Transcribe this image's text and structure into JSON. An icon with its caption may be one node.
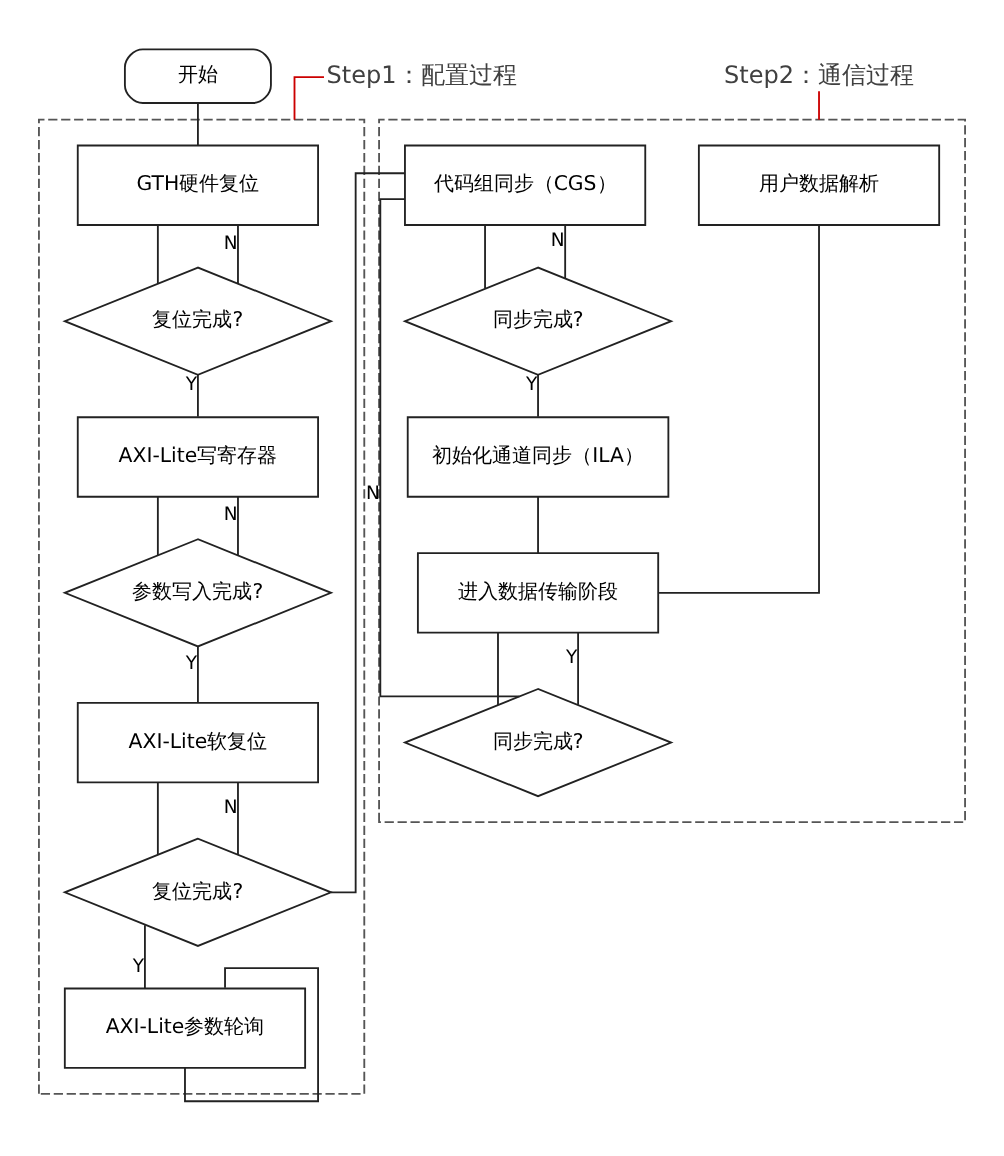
{
  "diagram": {
    "nodes": [
      {
        "text": [
          "开始"
        ]
      },
      {
        "text": [
          "Step1：配置过程"
        ]
      },
      {
        "text": [],
        "shape": "box"
      },
      {
        "text": [
          "GTH硬件复位"
        ],
        "in": 2
      },
      {
        "text": [
          "复位完成?"
        ],
        "in": 2
      },
      {
        "text": [
          "AXI-Lite写寄存器"
        ],
        "in": 2
      },
      {
        "text": [
          "参数写入完成?"
        ],
        "in": 2
      },
      {
        "text": [
          "AXI-Lite软复位"
        ],
        "in": 2
      },
      {
        "text": [
          "复位完成?"
        ],
        "in": 2
      },
      {
        "text": [
          "AXI-Lite参数轮询"
        ],
        "in": 2
      },
      {
        "text": [
          "Step2：通信过程"
        ]
      },
      {
        "text": [],
        "shape": "box"
      },
      {
        "text": [
          "代码组同步（CGS）"
        ],
        "in": 11
      },
      {
        "text": [
          "同步完成?"
        ],
        "in": 11
      },
      {
        "text": [
          "初始化通道同步（ILA）"
        ],
        "in": 11
      },
      {
        "text": [
          "进入数据传输阶段"
        ],
        "in": 11
      },
      {
        "text": [
          "同步完成?"
        ],
        "in": 11
      },
      {
        "text": [
          "用户数据解析"
        ],
        "in": 11
      }
    ],
    "edges": [
      {
        "from": 0,
        "to": 3,
        "arrow": "none"
      },
      {
        "from": 1,
        "to": 2,
        "arrow": "none",
        "color": "#cc0000"
      },
      {
        "from": 3,
        "to": 4,
        "arrow": "none"
      },
      {
        "from": 4,
        "to": 3,
        "arrow": "none",
        "label": "N"
      },
      {
        "from": 4,
        "to": 5,
        "arrow": "none",
        "label": "Y"
      },
      {
        "from": 5,
        "to": 6,
        "arrow": "none"
      },
      {
        "from": 6,
        "to": 5,
        "arrow": "none",
        "label": "N"
      },
      {
        "from": 6,
        "to": 7,
        "arrow": "none",
        "label": "Y"
      },
      {
        "from": 7,
        "to": 8,
        "arrow": "none"
      },
      {
        "from": 8,
        "to": 7,
        "arrow": "none",
        "label": "N"
      },
      {
        "from": 8,
        "to": 9,
        "arrow": "none",
        "label": "Y"
      },
      {
        "from": 9,
        "to": 9,
        "arrow": "none"
      },
      {
        "from": 8,
        "to": 12,
        "arrow": "none"
      },
      {
        "from": 10,
        "to": 11,
        "arrow": "none",
        "color": "#cc0000"
      },
      {
        "from": 12,
        "to": 13,
        "arrow": "none"
      },
      {
        "from": 13,
        "to": 12,
        "arrow": "none",
        "label": "N"
      },
      {
        "from": 13,
        "to": 14,
        "arrow": "none",
        "label": "Y"
      },
      {
        "from": 14,
        "to": 15,
        "arrow": "none"
      },
      {
        "from": 15,
        "to": 16,
        "arrow": "none"
      },
      {
        "from": 16,
        "to": 15,
        "arrow": "none",
        "label": "Y"
      },
      {
        "from": 16,
        "to": 12,
        "arrow": "none",
        "label": "N"
      },
      {
        "from": 15,
        "to": 17,
        "arrow": "none"
      }
    ]
  }
}
